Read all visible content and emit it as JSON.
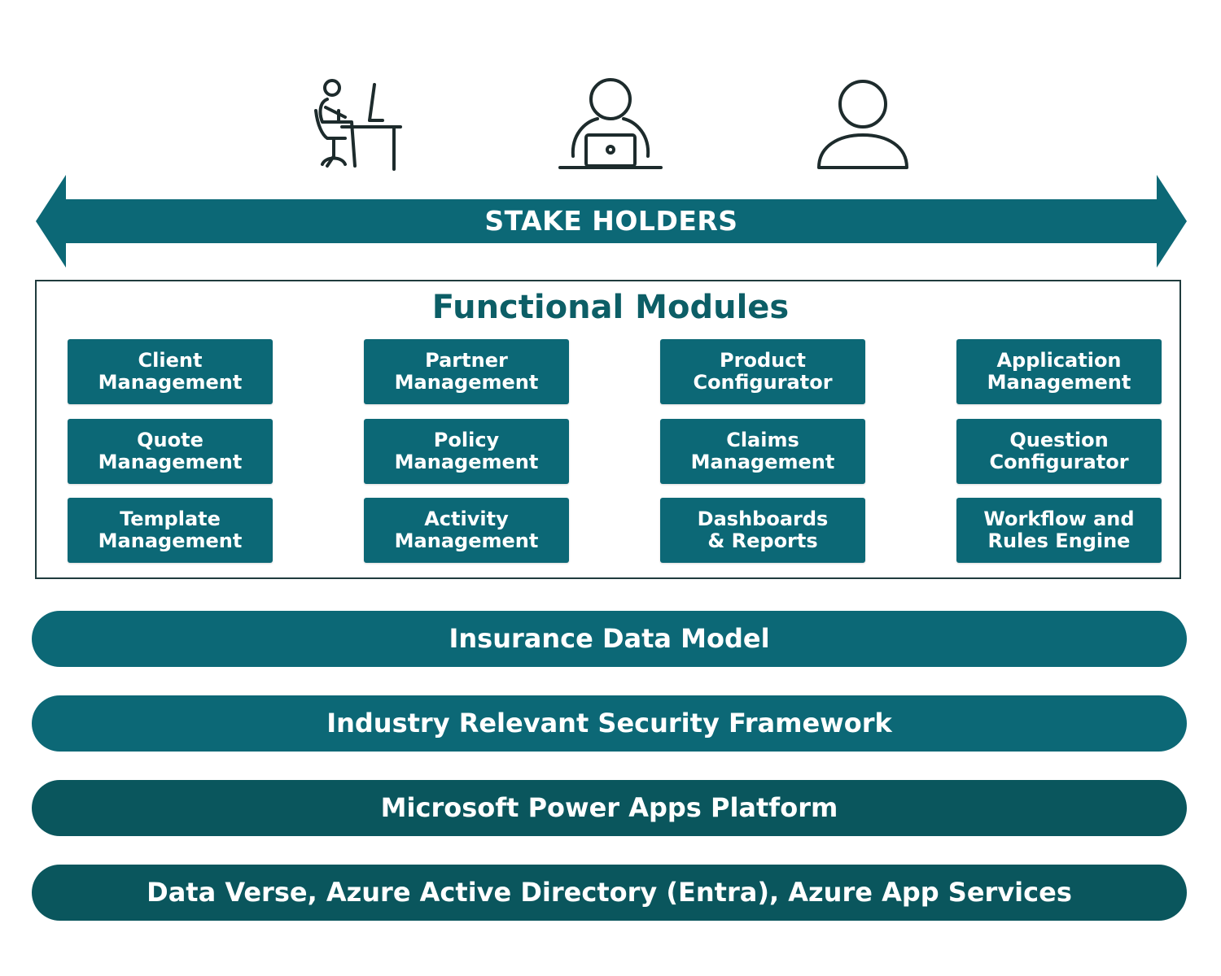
{
  "header": {
    "banner_label": "STAKE HOLDERS"
  },
  "stakeholder_icons": [
    "person-at-desk-icon",
    "person-with-laptop-icon",
    "user-profile-icon"
  ],
  "functional_modules": {
    "title": "Functional Modules",
    "items": [
      "Client\nManagement",
      "Partner\nManagement",
      "Product\nConfigurator",
      "Application\nManagement",
      "Quote\nManagement",
      "Policy\nManagement",
      "Claims\nManagement",
      "Question\nConfigurator",
      "Template\nManagement",
      "Activity\nManagement",
      "Dashboards\n& Reports",
      "Workflow and\nRules Engine"
    ]
  },
  "layers": [
    {
      "label": "Insurance Data Model",
      "color": "#0c6876"
    },
    {
      "label": "Industry Relevant Security Framework",
      "color": "#0c6876"
    },
    {
      "label": "Microsoft Power Apps Platform",
      "color": "#0a565d"
    },
    {
      "label": "Data Verse, Azure Active Directory (Entra), Azure App Services",
      "color": "#0a565d"
    }
  ],
  "colors": {
    "teal": "#0c6876",
    "dark_teal": "#0a565d",
    "icon_stroke": "#1d2b2c",
    "title": "#0c5e66"
  }
}
